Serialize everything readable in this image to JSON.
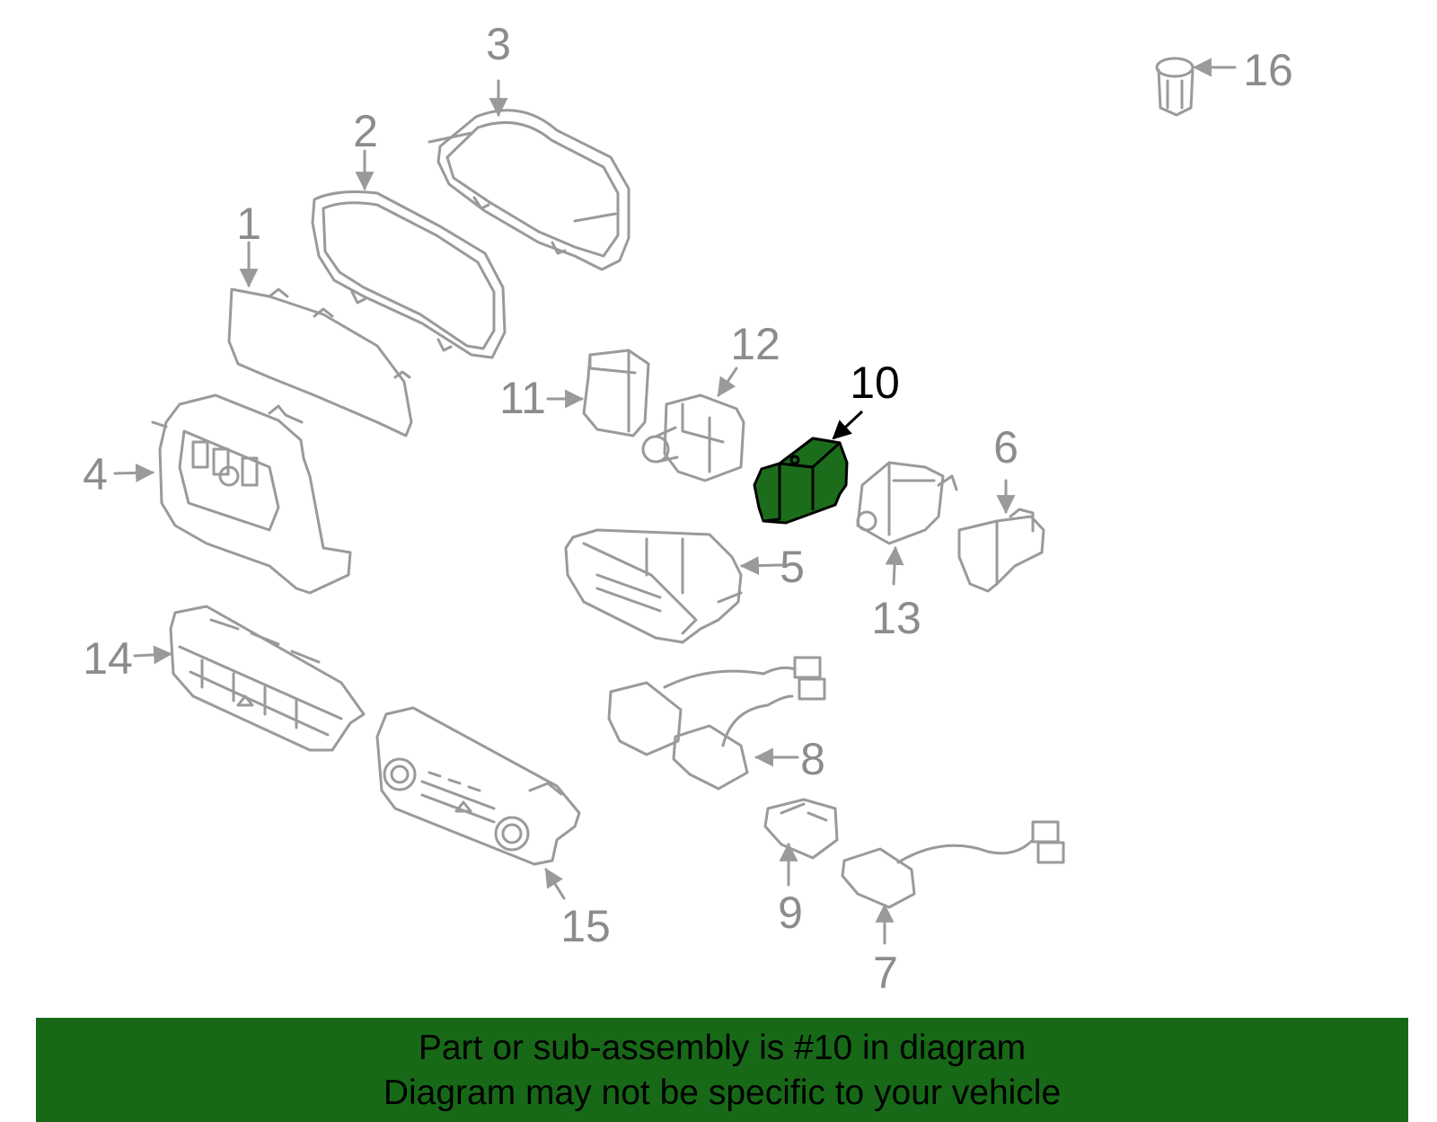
{
  "diagram": {
    "highlighted_part": "10",
    "colors": {
      "part_outline": "#9a9a9a",
      "callout_text": "#8c8c8c",
      "highlight_fill": "#1b6d1b",
      "highlight_text": "#000000",
      "banner_bg": "#176917"
    },
    "callouts": {
      "c1": "1",
      "c2": "2",
      "c3": "3",
      "c4": "4",
      "c5": "5",
      "c6": "6",
      "c7": "7",
      "c8": "8",
      "c9": "9",
      "c10": "10",
      "c11": "11",
      "c12": "12",
      "c13": "13",
      "c14": "14",
      "c15": "15",
      "c16": "16"
    }
  },
  "banner": {
    "line1": "Part or sub-assembly is #10 in diagram",
    "line2": "Diagram may not be specific to your vehicle"
  }
}
